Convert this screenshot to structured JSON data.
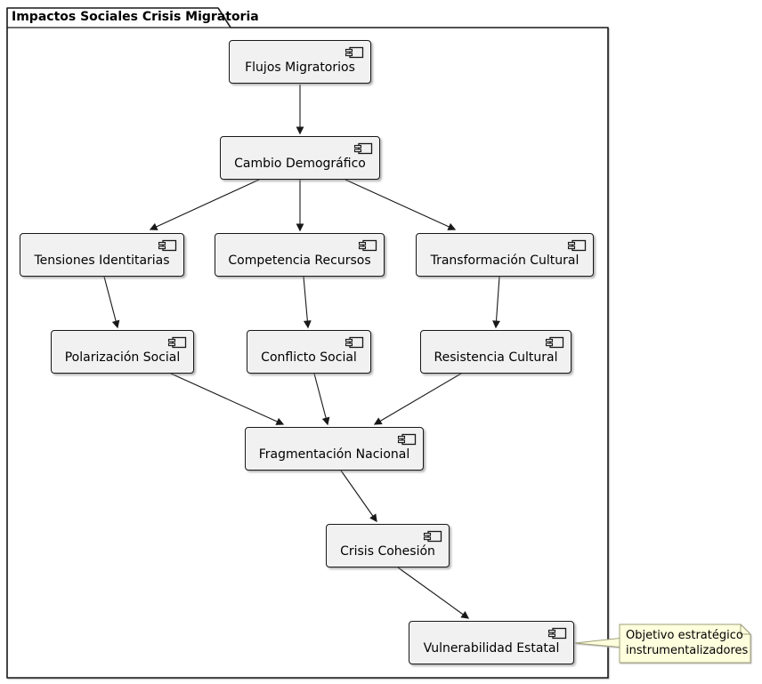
{
  "diagram": {
    "title": "Impactos Sociales Crisis Migratoria",
    "kind": "component-diagram"
  },
  "nodes": [
    {
      "id": "flujos",
      "label": "Flujos Migratorios"
    },
    {
      "id": "cambio",
      "label": "Cambio Demográfico"
    },
    {
      "id": "tensiones",
      "label": "Tensiones Identitarias"
    },
    {
      "id": "competencia",
      "label": "Competencia Recursos"
    },
    {
      "id": "transformacion",
      "label": "Transformación Cultural"
    },
    {
      "id": "polarizacion",
      "label": "Polarización Social"
    },
    {
      "id": "conflicto",
      "label": "Conflicto Social"
    },
    {
      "id": "resistencia",
      "label": "Resistencia Cultural"
    },
    {
      "id": "fragmentacion",
      "label": "Fragmentación Nacional"
    },
    {
      "id": "crisis",
      "label": "Crisis Cohesión"
    },
    {
      "id": "vulnerabilidad",
      "label": "Vulnerabilidad Estatal"
    }
  ],
  "edges": [
    {
      "from": "flujos",
      "to": "cambio"
    },
    {
      "from": "cambio",
      "to": "tensiones"
    },
    {
      "from": "cambio",
      "to": "competencia"
    },
    {
      "from": "cambio",
      "to": "transformacion"
    },
    {
      "from": "tensiones",
      "to": "polarizacion"
    },
    {
      "from": "competencia",
      "to": "conflicto"
    },
    {
      "from": "transformacion",
      "to": "resistencia"
    },
    {
      "from": "polarizacion",
      "to": "fragmentacion"
    },
    {
      "from": "conflicto",
      "to": "fragmentacion"
    },
    {
      "from": "resistencia",
      "to": "fragmentacion"
    },
    {
      "from": "fragmentacion",
      "to": "crisis"
    },
    {
      "from": "crisis",
      "to": "vulnerabilidad"
    }
  ],
  "note": {
    "attached_to": "vulnerabilidad",
    "lines": [
      "Objetivo estratégico",
      "instrumentalizadores"
    ]
  },
  "colors": {
    "node_fill": "#f1f1f1",
    "node_border": "#181818",
    "arrow": "#181818",
    "frame_border": "#181818",
    "note_fill": "#feffdd",
    "note_border": "#9e9e78"
  }
}
